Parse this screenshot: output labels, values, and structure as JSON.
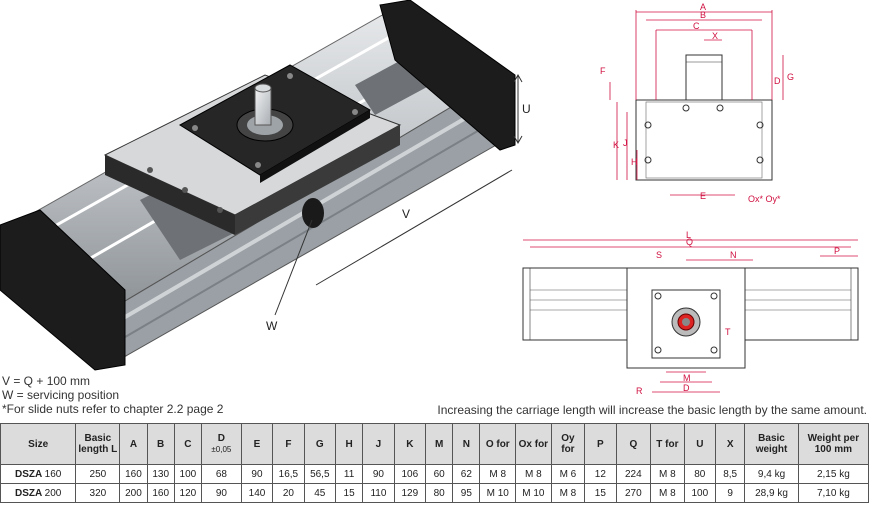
{
  "notes": {
    "v_formula": "V = Q + 100 mm",
    "w_desc": "W = servicing position",
    "slide_nuts": "*For slide nuts refer to chapter 2.2 page 2"
  },
  "caption": "Increasing the carriage length will increase the basic length by the same amount.",
  "drawing_labels": {
    "u": "U",
    "v": "V",
    "w": "W",
    "top": [
      "A",
      "B",
      "C",
      "X",
      "F",
      "G",
      "K",
      "J",
      "H",
      "E",
      "D",
      "Ox",
      "*",
      "Oy",
      "*"
    ],
    "front": [
      "L",
      "Q",
      "N",
      "S",
      "P",
      "T",
      "R",
      "M",
      "D"
    ]
  },
  "table": {
    "headers": [
      {
        "main": "Size"
      },
      {
        "main": "Basic length L"
      },
      {
        "main": "A"
      },
      {
        "main": "B"
      },
      {
        "main": "C"
      },
      {
        "main": "D",
        "sub": "±0,05"
      },
      {
        "main": "E"
      },
      {
        "main": "F"
      },
      {
        "main": "G"
      },
      {
        "main": "H"
      },
      {
        "main": "J"
      },
      {
        "main": "K"
      },
      {
        "main": "M"
      },
      {
        "main": "N"
      },
      {
        "main": "O for"
      },
      {
        "main": "Ox for"
      },
      {
        "main": "Oy for"
      },
      {
        "main": "P"
      },
      {
        "main": "Q"
      },
      {
        "main": "T for"
      },
      {
        "main": "U"
      },
      {
        "main": "X"
      },
      {
        "main": "Basic weight"
      },
      {
        "main": "Weight per 100 mm"
      }
    ],
    "rows": [
      {
        "prefix": "DSZA",
        "size": "160",
        "cells": [
          "250",
          "160",
          "130",
          "100",
          "68",
          "90",
          "16,5",
          "56,5",
          "11",
          "90",
          "106",
          "60",
          "62",
          "M 8",
          "M 8",
          "M 6",
          "12",
          "224",
          "M 8",
          "80",
          "8,5",
          "9,4 kg",
          "2,15 kg"
        ]
      },
      {
        "prefix": "DSZA",
        "size": "200",
        "cells": [
          "320",
          "200",
          "160",
          "120",
          "90",
          "140",
          "20",
          "45",
          "15",
          "110",
          "129",
          "80",
          "95",
          "M 10",
          "M 10",
          "M 8",
          "15",
          "270",
          "M 8",
          "100",
          "9",
          "28,9 kg",
          "7,10 kg"
        ]
      }
    ]
  }
}
